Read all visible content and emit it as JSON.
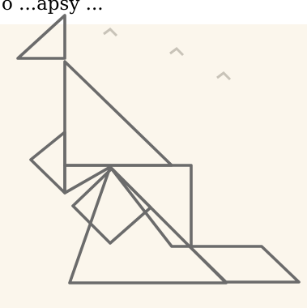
{
  "caption": {
    "text": "o ...apsy ..."
  },
  "figure": {
    "shapes": [
      "small-triangle-head",
      "large-triangle-neck",
      "small-triangle-left",
      "square",
      "large-triangle-base",
      "parallelogram-tail"
    ]
  },
  "colors": {
    "outline": "#6b6b6b",
    "paper": "#fbf6ec",
    "glyph": "#c8c3b8"
  }
}
